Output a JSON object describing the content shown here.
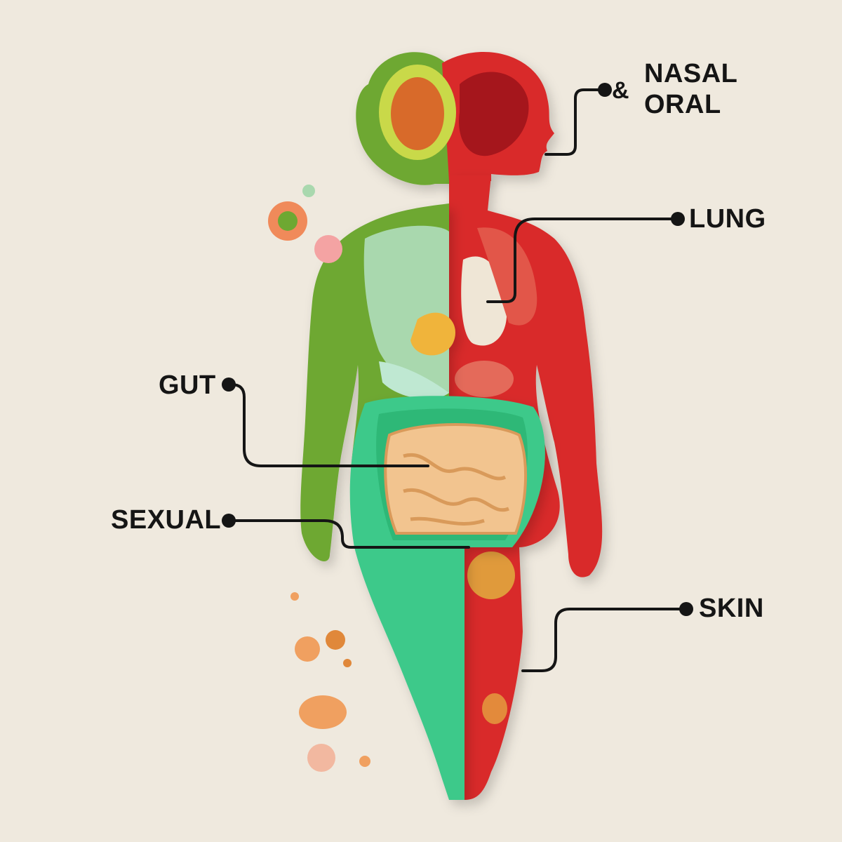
{
  "labels": {
    "nasal": "NASAL",
    "ampersand": "&",
    "oral": "ORAL",
    "lung": "LUNG",
    "gut": "GUT",
    "sexual": "SEXUAL",
    "skin": "SKIN"
  },
  "colors": {
    "background": "#efe9de",
    "green": "#6ea832",
    "mint": "#3ec98a",
    "red": "#d92b2a",
    "intestine": "#f2c48f",
    "connector": "#151515"
  }
}
